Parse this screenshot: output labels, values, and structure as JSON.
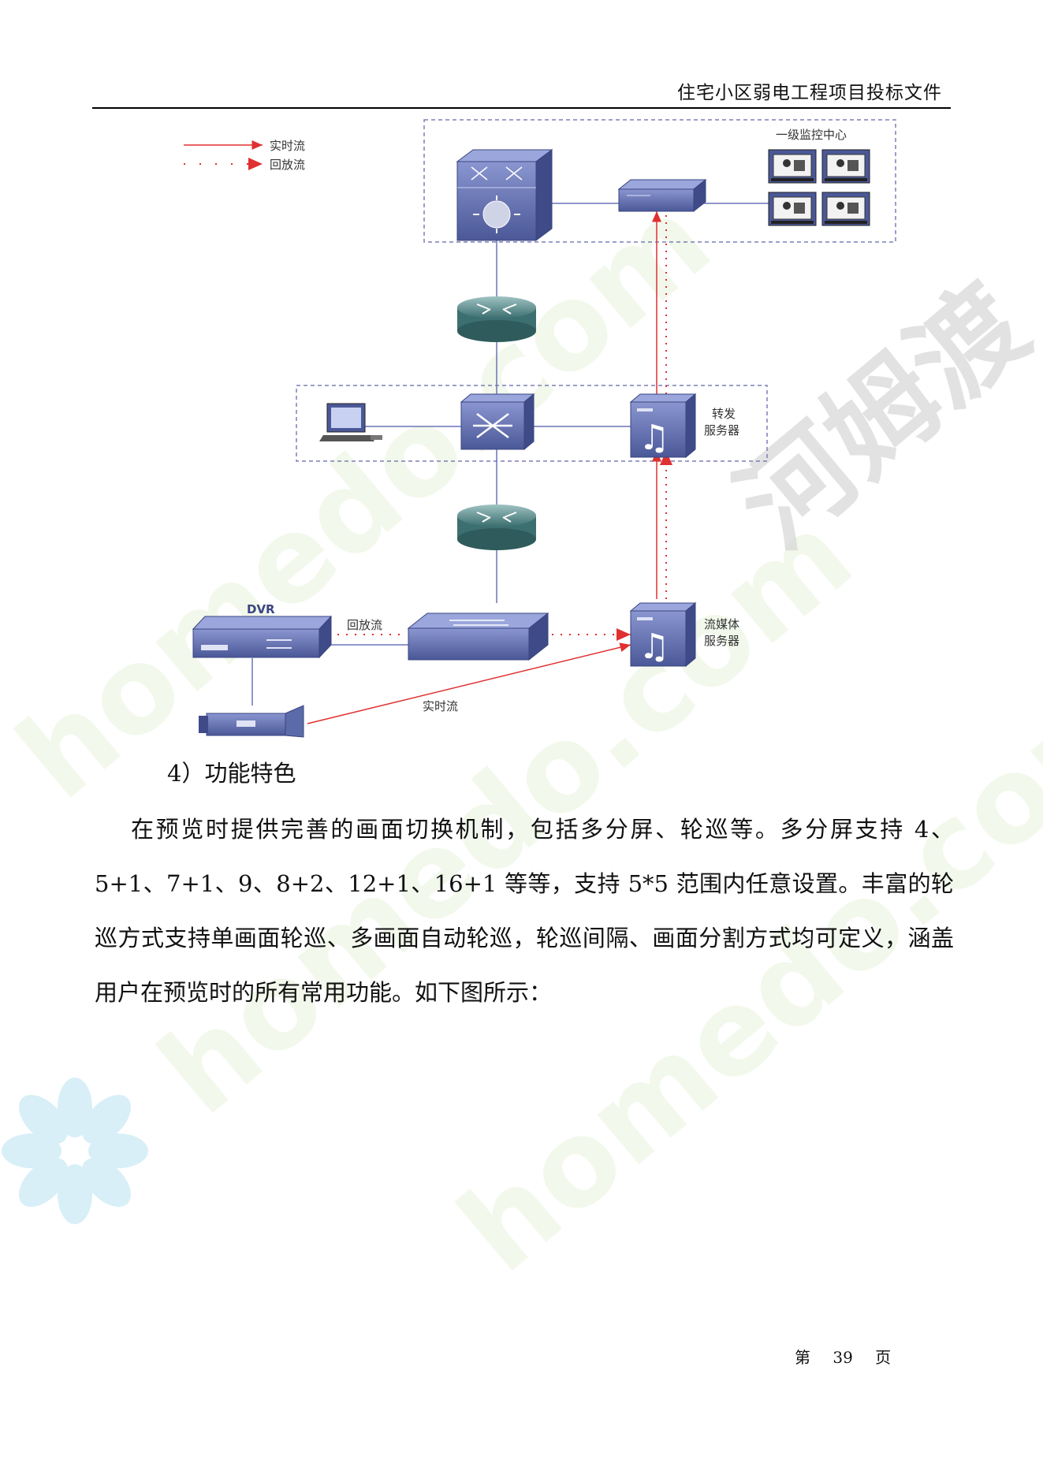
{
  "header": {
    "title": "住宅小区弱电工程项目投标文件"
  },
  "diagram": {
    "legend": {
      "realtime": "实时流",
      "playback": "回放流"
    },
    "monitor_center_label": "一级监控中心",
    "forward_server_label": [
      "转发",
      "服务器"
    ],
    "stream_server_label": [
      "流媒体",
      "服务器"
    ],
    "dvr_label": "DVR",
    "playback_edge_label": "回放流",
    "realtime_edge_label": "实时流",
    "colors": {
      "device": "#5b6aa8",
      "link": "#6b74b8",
      "flow": "#e03030",
      "box": "#7b7fb8"
    }
  },
  "body": {
    "heading": "4）功能特色",
    "paragraph": "在预览时提供完善的画面切换机制，包括多分屏、轮巡等。多分屏支持 4、5+1、7+1、9、8+2、12+1、16+1 等等，支持 5*5 范围内任意设置。丰富的轮巡方式支持单画面轮巡、多画面自动轮巡，轮巡间隔、画面分割方式均可定义，涵盖用户在预览时的所有常用功能。如下图所示："
  },
  "footer": {
    "prefix": "第",
    "page": "39",
    "suffix": "页"
  },
  "watermark": {
    "text_latin": "homedo.com",
    "text_cn": "河姆渡"
  }
}
